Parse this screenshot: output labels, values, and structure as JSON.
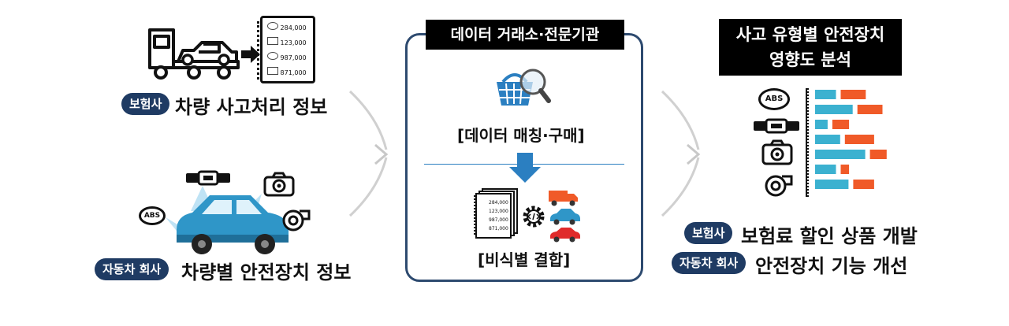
{
  "left": {
    "top_row": {
      "badge": "보험사",
      "caption": "차량 사고처리 정보",
      "ledger_values": [
        "284,000",
        "123,000",
        "987,000",
        "871,000"
      ]
    },
    "bottom_row": {
      "badge": "자동차 회사",
      "caption": "차량별 안전장치 정보",
      "abs_label": "ABS"
    }
  },
  "center": {
    "title": "데이터 거래소·전문기관",
    "step1": "[데이터 매칭·구매]",
    "step2": "[비식별 결합]",
    "mini_values": [
      "284,000",
      "123,000",
      "987,000",
      "871,000"
    ]
  },
  "right": {
    "title_line1": "사고 유형별 안전장치",
    "title_line2": "영향도 분석",
    "abs_label": "ABS",
    "bars": [
      {
        "blue": 0.25,
        "orange": 0.55
      },
      {
        "blue": 0.45,
        "orange": 0.75
      },
      {
        "blue": 0.15,
        "orange": 0.35
      },
      {
        "blue": 0.3,
        "orange": 0.65
      },
      {
        "blue": 0.6,
        "orange": 0.8
      },
      {
        "blue": 0.25,
        "orange": 0.35
      },
      {
        "blue": 0.4,
        "orange": 0.65
      }
    ],
    "results": [
      {
        "badge": "보험사",
        "text": "보험료 할인 상품 개발"
      },
      {
        "badge": "자동차 회사",
        "text": "안전장치 기능 개선"
      }
    ]
  },
  "colors": {
    "navy": "#1f3b63",
    "panel_border": "#2d4a6f",
    "bar_blue": "#3bb1d0",
    "bar_orange": "#f05a28",
    "car_blue": "#2f96c8",
    "arrow_blue": "#2b7fc1",
    "arrow_gray": "#c8c8c8"
  }
}
